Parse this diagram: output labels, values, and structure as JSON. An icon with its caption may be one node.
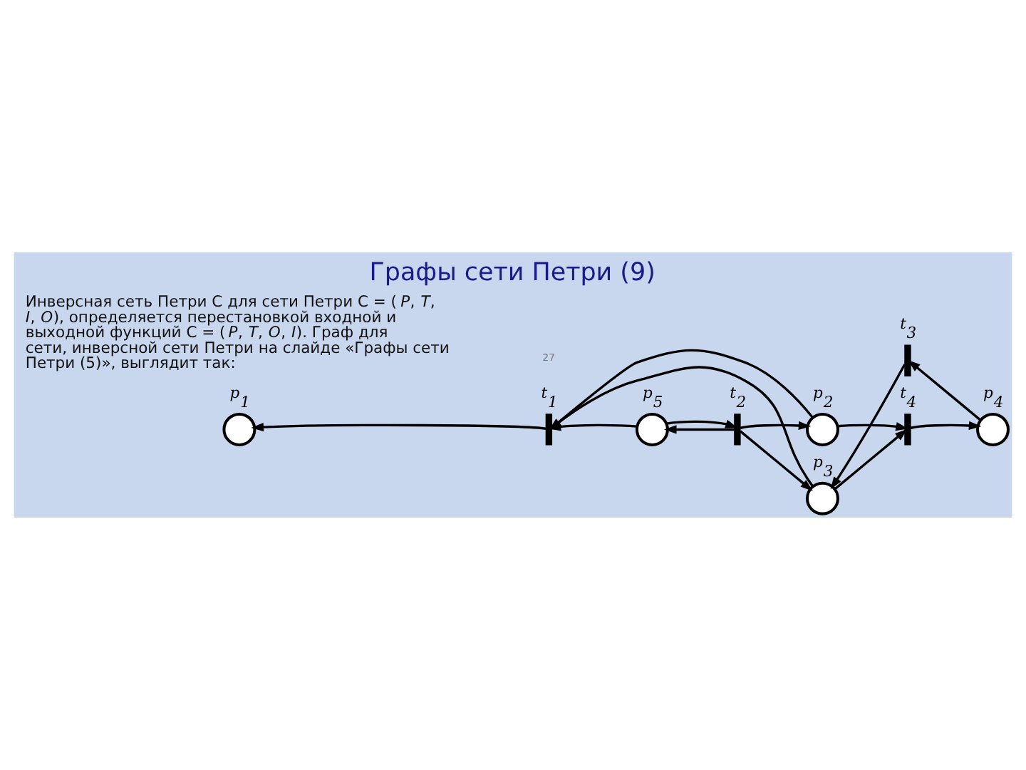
{
  "diagram": {
    "title": "Графы сети Петри (9)",
    "nodes": [
      {
        "text": [],
        "shape": "circle",
        "beside": [
          "p$_{2}$"
        ]
      },
      {
        "text": [],
        "shape": "circle",
        "beside": [
          "p$_{1}$"
        ]
      },
      {
        "text": [],
        "shape": "bar",
        "beside": [
          "t$_{1}$"
        ]
      },
      {
        "text": [],
        "shape": "circle",
        "beside": [
          "p$_{5}$"
        ]
      },
      {
        "text": [],
        "shape": "bar",
        "beside": [
          "t$_{2}$"
        ]
      },
      {
        "text": [],
        "shape": "bar",
        "beside": [
          "t$_{4}$"
        ]
      },
      {
        "text": [],
        "shape": "circle",
        "beside": [
          "p$_{4}$"
        ]
      },
      {
        "text": [],
        "shape": "bar",
        "beside": [
          "t$_{3}$"
        ]
      },
      {
        "text": [],
        "shape": "circle",
        "beside": [
          "p$_{3}$"
        ]
      }
    ],
    "edges": [
      {
        "from": 2,
        "to": 1,
        "arrow": "to"
      },
      {
        "from": 0,
        "to": 2,
        "arrow": "to"
      },
      {
        "from": 3,
        "to": 2,
        "arrow": "to"
      },
      {
        "from": 8,
        "to": 2,
        "arrow": "to"
      },
      {
        "from": 4,
        "to": 3,
        "arrow": "to"
      },
      {
        "from": 3,
        "to": 4,
        "arrow": "to"
      },
      {
        "from": 4,
        "to": 0,
        "arrow": "to"
      },
      {
        "from": 4,
        "to": 8,
        "arrow": "to"
      },
      {
        "from": 0,
        "to": 5,
        "arrow": "to"
      },
      {
        "from": 8,
        "to": 5,
        "arrow": "to"
      },
      {
        "from": 5,
        "to": 6,
        "arrow": "to"
      },
      {
        "from": 6,
        "to": 7,
        "arrow": "to"
      },
      {
        "from": 7,
        "to": 8,
        "arrow": "to"
      }
    ],
    "labels": [
      "Инверсная сеть Петри C для сети Петри C = (*P*, *T*, *I*, *O*), определяется перестановкой входной и выходной функций C = (*P*, *T*, *O*, *I*). Граф для сети, инверсной сети Петри на слайде «Графы сети Петри (5)», выглядит так:",
      "27"
    ]
  }
}
